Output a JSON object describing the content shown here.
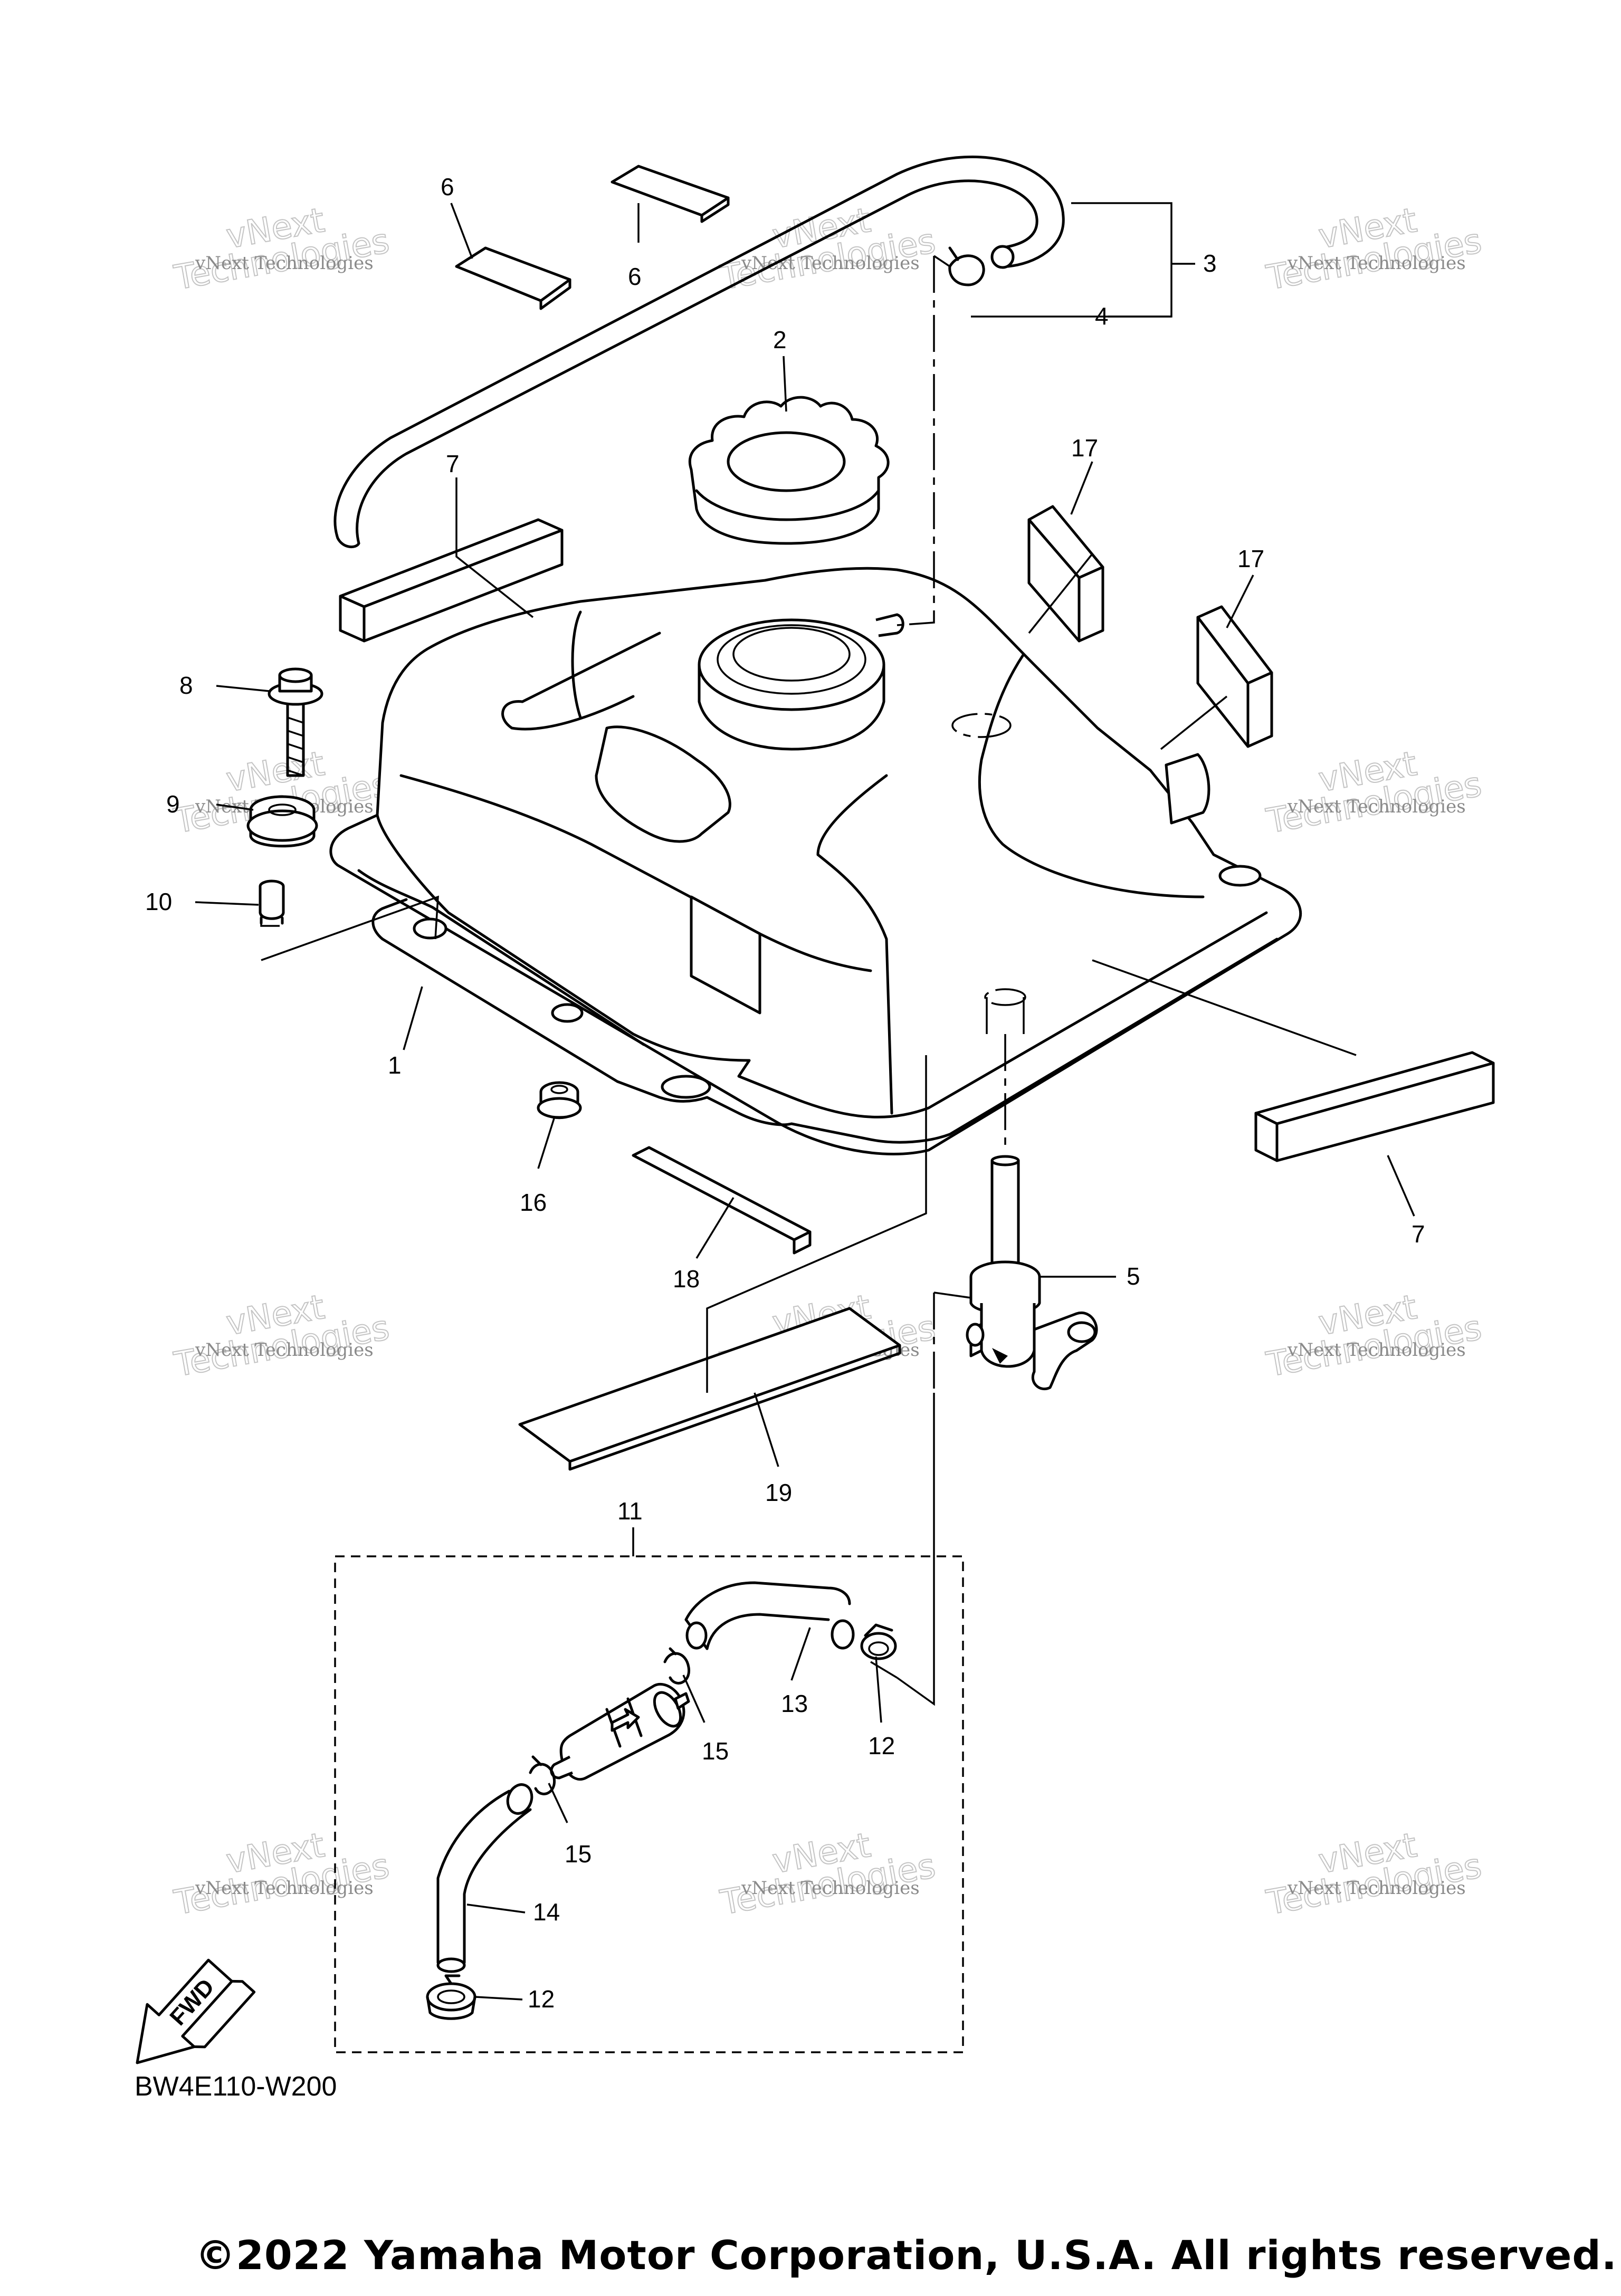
{
  "callouts": [
    {
      "id": "c6a",
      "text": "6"
    },
    {
      "id": "c6b",
      "text": "6"
    },
    {
      "id": "c3",
      "text": "3"
    },
    {
      "id": "c4",
      "text": "4"
    },
    {
      "id": "c2",
      "text": "2"
    },
    {
      "id": "c7a",
      "text": "7"
    },
    {
      "id": "c17a",
      "text": "17"
    },
    {
      "id": "c17b",
      "text": "17"
    },
    {
      "id": "c8",
      "text": "8"
    },
    {
      "id": "c9",
      "text": "9"
    },
    {
      "id": "c10",
      "text": "10"
    },
    {
      "id": "c1",
      "text": "1"
    },
    {
      "id": "c16",
      "text": "16"
    },
    {
      "id": "c18",
      "text": "18"
    },
    {
      "id": "c5",
      "text": "5"
    },
    {
      "id": "c7b",
      "text": "7"
    },
    {
      "id": "c19",
      "text": "19"
    },
    {
      "id": "c11",
      "text": "11"
    },
    {
      "id": "c13",
      "text": "13"
    },
    {
      "id": "c12a",
      "text": "12"
    },
    {
      "id": "c15a",
      "text": "15"
    },
    {
      "id": "c15b",
      "text": "15"
    },
    {
      "id": "c14",
      "text": "14"
    },
    {
      "id": "c12b",
      "text": "12"
    }
  ],
  "fwd_label": "FWD",
  "diagram_code": "BW4E110-W200",
  "copyright": "©2022 Yamaha Motor Corporation, U.S.A. All rights reserved.",
  "watermark": {
    "line1": "vNext Technologies",
    "line2": "Technologies",
    "line3": "vNext"
  }
}
